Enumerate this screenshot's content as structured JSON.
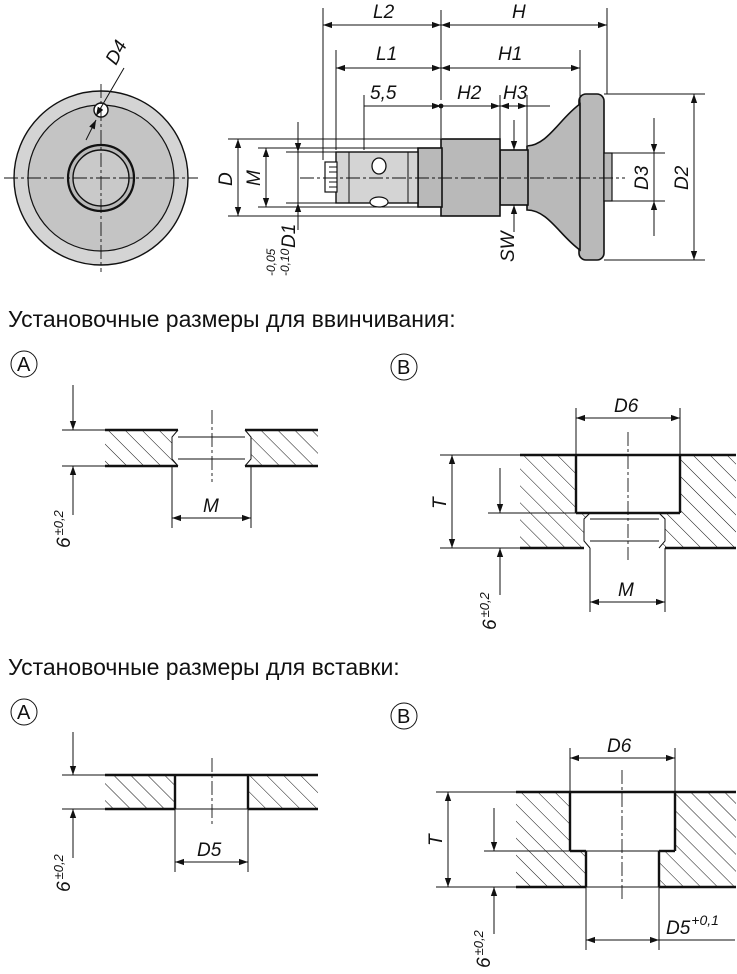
{
  "labels": {
    "D4": "D4",
    "L2": "L2",
    "H": "H",
    "L1": "L1",
    "H1": "H1",
    "dim_5_5": "5,5",
    "H2": "H2",
    "H3": "H3",
    "D": "D",
    "M": "M",
    "D1": "D1",
    "tol_upper": "-0,05",
    "tol_lower": "-0,10",
    "SW": "SW",
    "D3": "D3",
    "D2": "D2",
    "D6": "D6",
    "T": "T",
    "D5": "D5",
    "D5_tol": "+0,1",
    "six_tol": "6",
    "pm02": "±0,2"
  },
  "sections": {
    "screw_in": {
      "heading": "Установочные размеры для ввинчивания:",
      "variant_a": "A",
      "variant_b": "B"
    },
    "insert": {
      "heading": "Установочные размеры для вставки:",
      "variant_a": "A",
      "variant_b": "B"
    }
  }
}
